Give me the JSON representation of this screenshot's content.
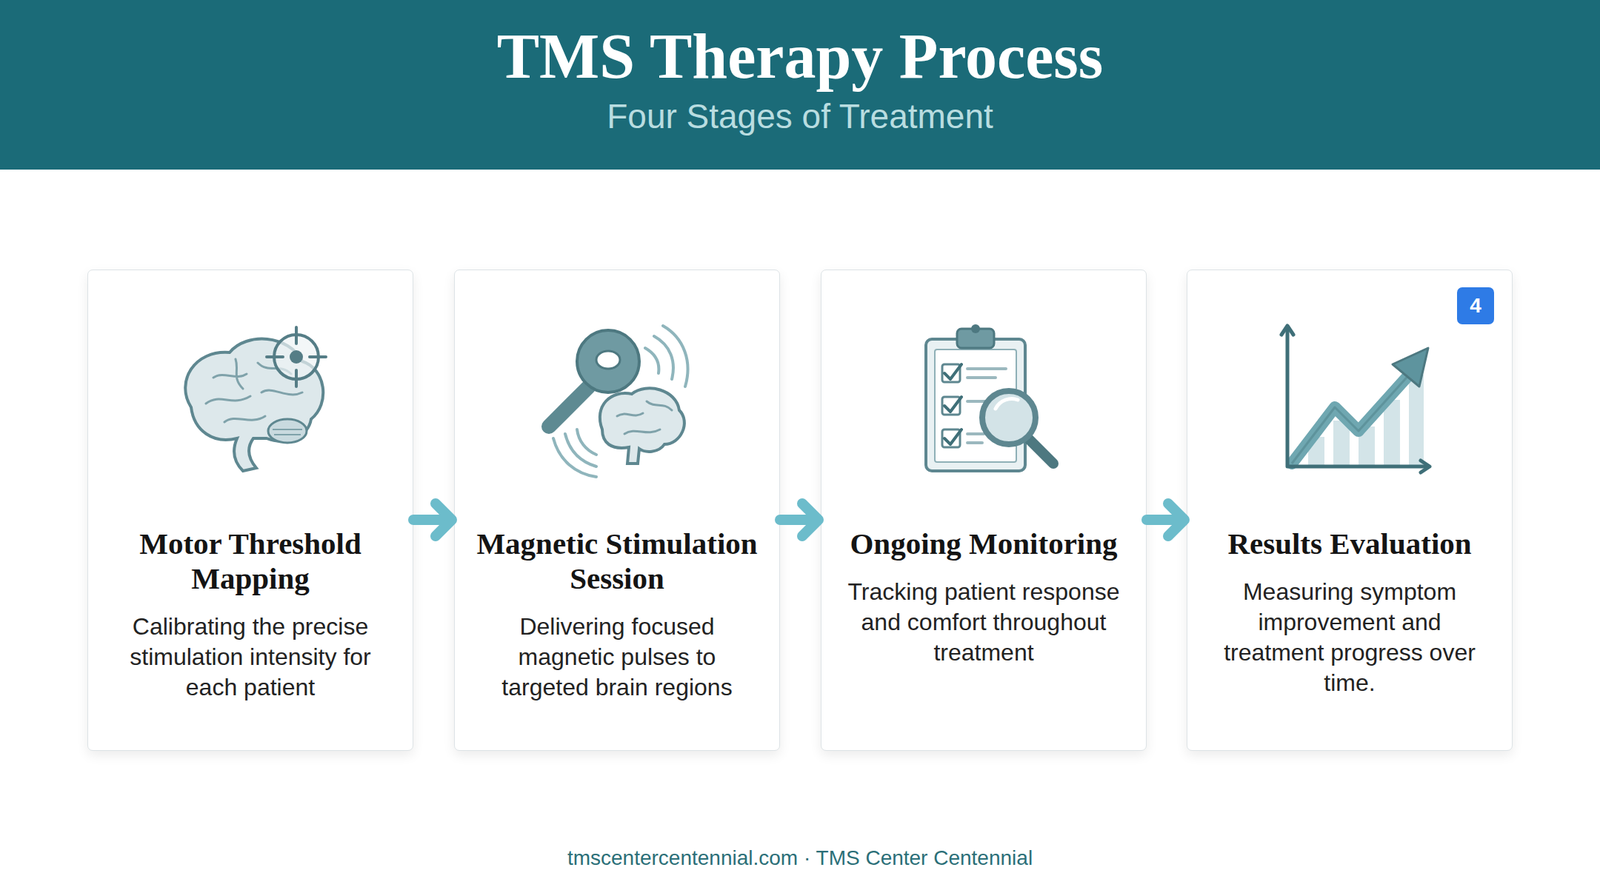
{
  "diagram": {
    "title": "TMS Therapy Process",
    "nodes": [
      {
        "text": [
          "Motor Threshold Mapping",
          "Calibrating the precise stimulation intensity for each patient"
        ]
      },
      {
        "text": [
          "Magnetic Stimulation Session",
          "Delivering focused magnetic pulses to targeted brain regions"
        ]
      },
      {
        "text": [
          "Ongoing Monitoring",
          "Tracking patient response and comfort throughout treatment"
        ]
      },
      {
        "text": [
          "Results Evaluation",
          "Measuring symptom improvement and treatment progress over time."
        ]
      }
    ],
    "edges": [
      {
        "from": 0,
        "to": 1,
        "arrow": "to"
      },
      {
        "from": 1,
        "to": 2,
        "arrow": "to"
      },
      {
        "from": 2,
        "to": 3,
        "arrow": "to"
      }
    ],
    "labels": [
      "Four Stages of Treatment",
      "4",
      "tmscentercentennial.com · TMS Center Centennial"
    ]
  }
}
